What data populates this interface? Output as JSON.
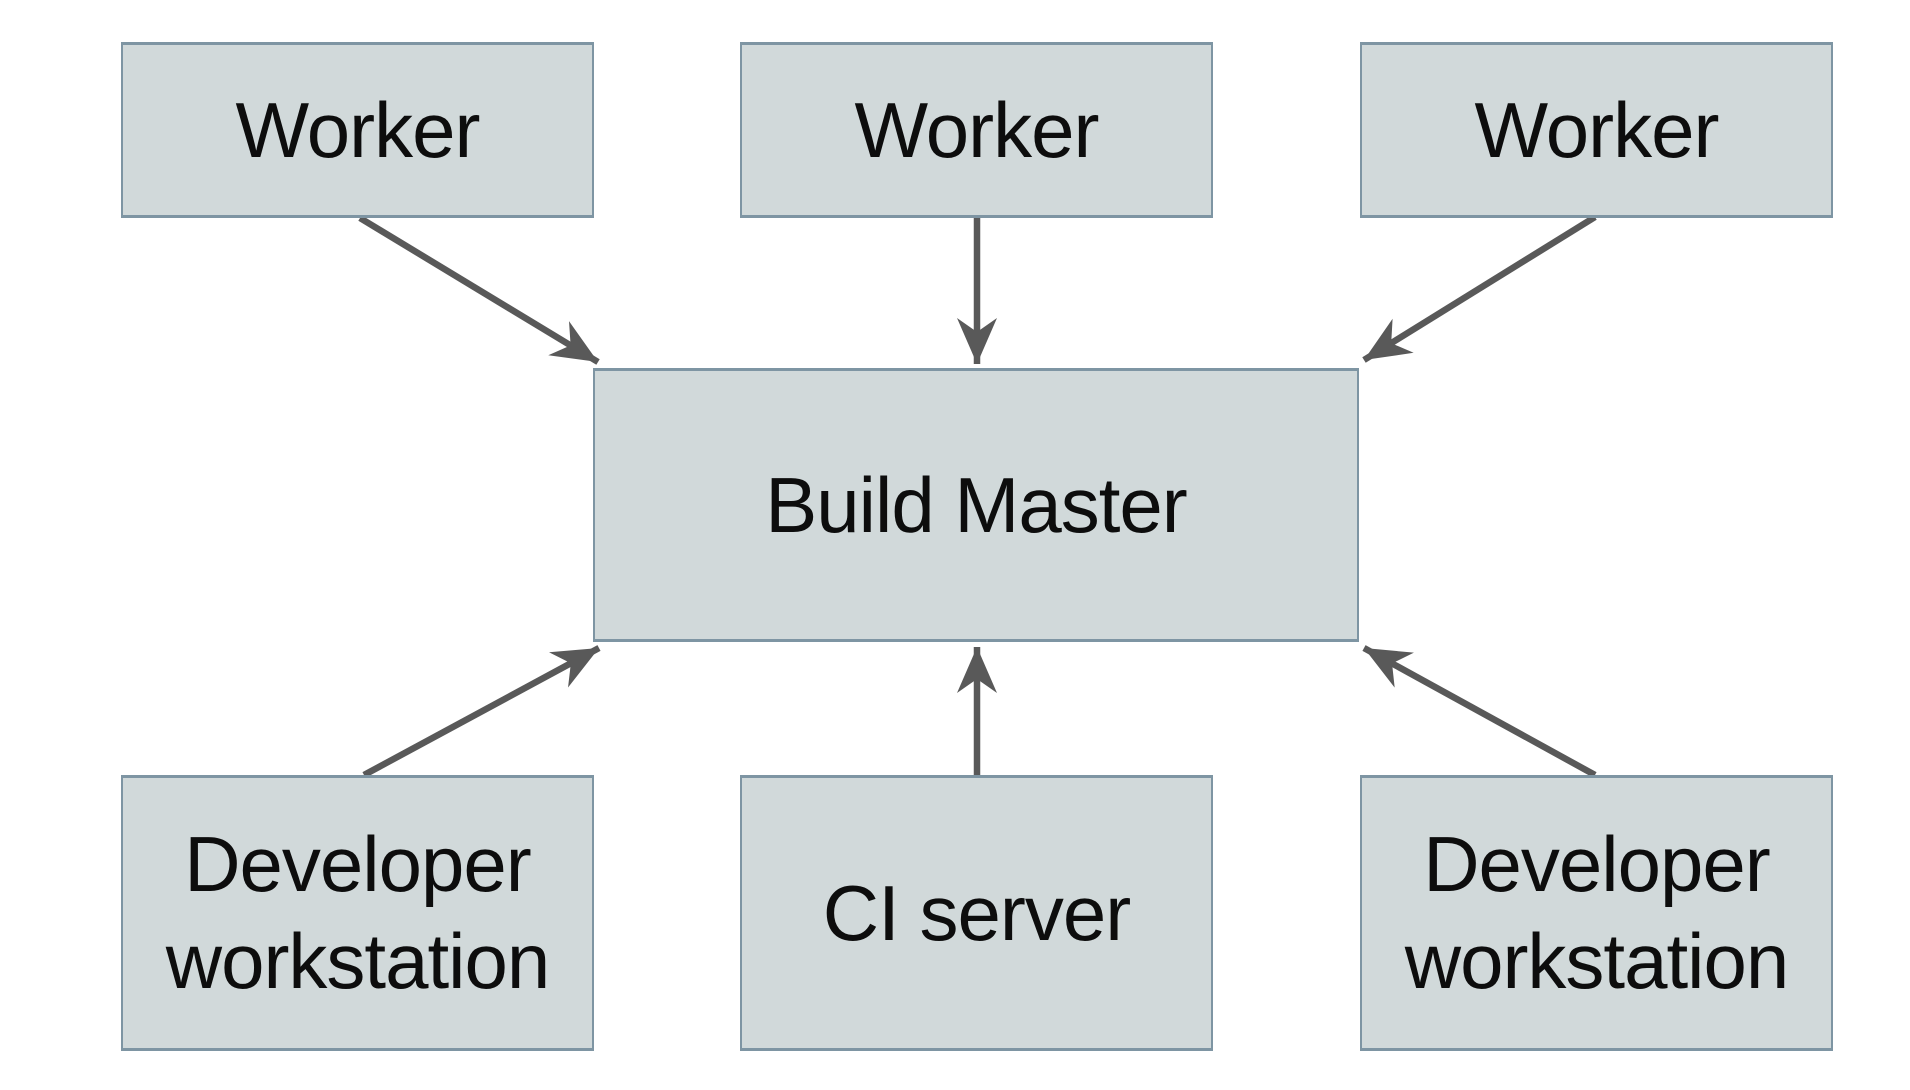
{
  "diagram": {
    "nodes": {
      "worker1": {
        "label": "Worker"
      },
      "worker2": {
        "label": "Worker"
      },
      "worker3": {
        "label": "Worker"
      },
      "build_master": {
        "label": "Build Master"
      },
      "dev_workstation1": {
        "label": "Developer\nworkstation"
      },
      "ci_server": {
        "label": "CI server"
      },
      "dev_workstation2": {
        "label": "Developer\nworkstation"
      }
    },
    "edges": [
      {
        "from": "Worker (left)",
        "to": "Build Master"
      },
      {
        "from": "Worker (center)",
        "to": "Build Master"
      },
      {
        "from": "Worker (right)",
        "to": "Build Master"
      },
      {
        "from": "Developer workstation (left)",
        "to": "Build Master"
      },
      {
        "from": "CI server",
        "to": "Build Master"
      },
      {
        "from": "Developer workstation (right)",
        "to": "Build Master"
      }
    ],
    "colors": {
      "background": "#ffffff",
      "node_fill": "#d1d9da",
      "node_border": "#7e95a3",
      "arrow": "#595959",
      "text": "#0d0d0d"
    }
  }
}
